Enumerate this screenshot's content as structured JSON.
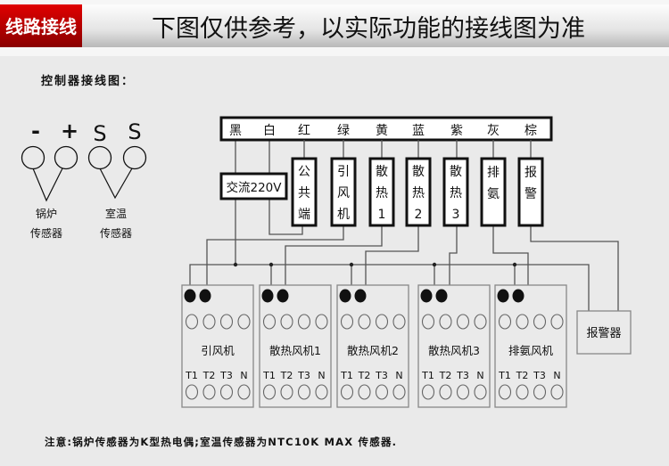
{
  "header": {
    "badge": "线路接线",
    "title": "下图仅供参考，以实际功能的接线图为准"
  },
  "subtitle": "控制器接线图：",
  "sensors": [
    {
      "pins": [
        "-",
        "+"
      ],
      "label_line1": "锅炉",
      "label_line2": "传感器"
    },
    {
      "pins": [
        "S",
        "S"
      ],
      "label_line1": "室温",
      "label_line2": "传感器"
    }
  ],
  "wire_colors": [
    "黑",
    "白",
    "红",
    "绿",
    "黄",
    "蓝",
    "紫",
    "灰",
    "棕"
  ],
  "power_label": "交流220V",
  "terminals": [
    {
      "chars": [
        "公",
        "共",
        "端"
      ]
    },
    {
      "chars": [
        "引",
        "风",
        "机"
      ]
    },
    {
      "chars": [
        "散",
        "热",
        "1"
      ]
    },
    {
      "chars": [
        "散",
        "热",
        "2"
      ]
    },
    {
      "chars": [
        "散",
        "热",
        "3"
      ]
    },
    {
      "chars": [
        "排",
        "氨"
      ]
    },
    {
      "chars": [
        "报",
        "警"
      ]
    }
  ],
  "modules": [
    {
      "label": "引风机"
    },
    {
      "label": "散热风机1"
    },
    {
      "label": "散热风机2"
    },
    {
      "label": "散热风机3"
    },
    {
      "label": "排氨风机"
    }
  ],
  "module_pins": [
    "T1",
    "T2",
    "T3",
    "N"
  ],
  "alarm_label": "报警器",
  "note": "注意:锅炉传感器为K型热电偶;室温传感器为NTC10K MAX 传感器.",
  "colors": {
    "badge": "#b80000",
    "panel": "#eaeaea"
  }
}
